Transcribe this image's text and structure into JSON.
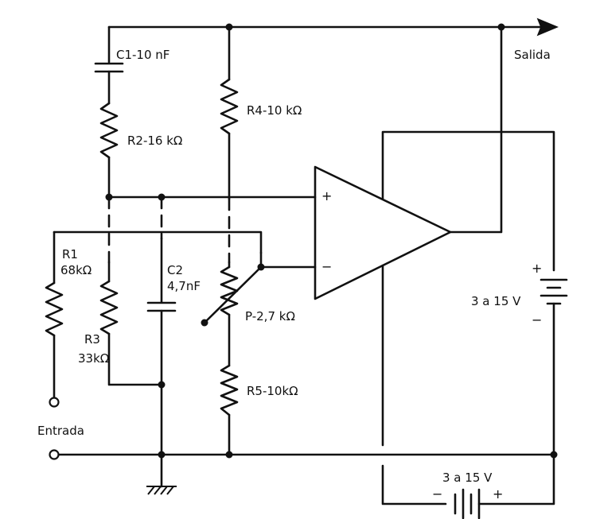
{
  "labels": {
    "c1": "C1-10 nF",
    "r2": "R2-16 kΩ",
    "r4": "R4-10 kΩ",
    "r1_name": "R1",
    "r1_value": "68kΩ",
    "r3_name": "R3",
    "r3_value": "33kΩ",
    "c2_name": "C2",
    "c2_value": "4,7nF",
    "p": "P-2,7 kΩ",
    "r5": "R5-10kΩ",
    "output": "Salida",
    "input": "Entrada",
    "supply_right": "3 a 15 V",
    "supply_bottom": "3 a 15 V",
    "opamp_plus": "+",
    "opamp_minus": "−",
    "bat_right_plus": "+",
    "bat_right_minus": "−",
    "bat_bottom_plus": "+",
    "bat_bottom_minus": "−"
  }
}
